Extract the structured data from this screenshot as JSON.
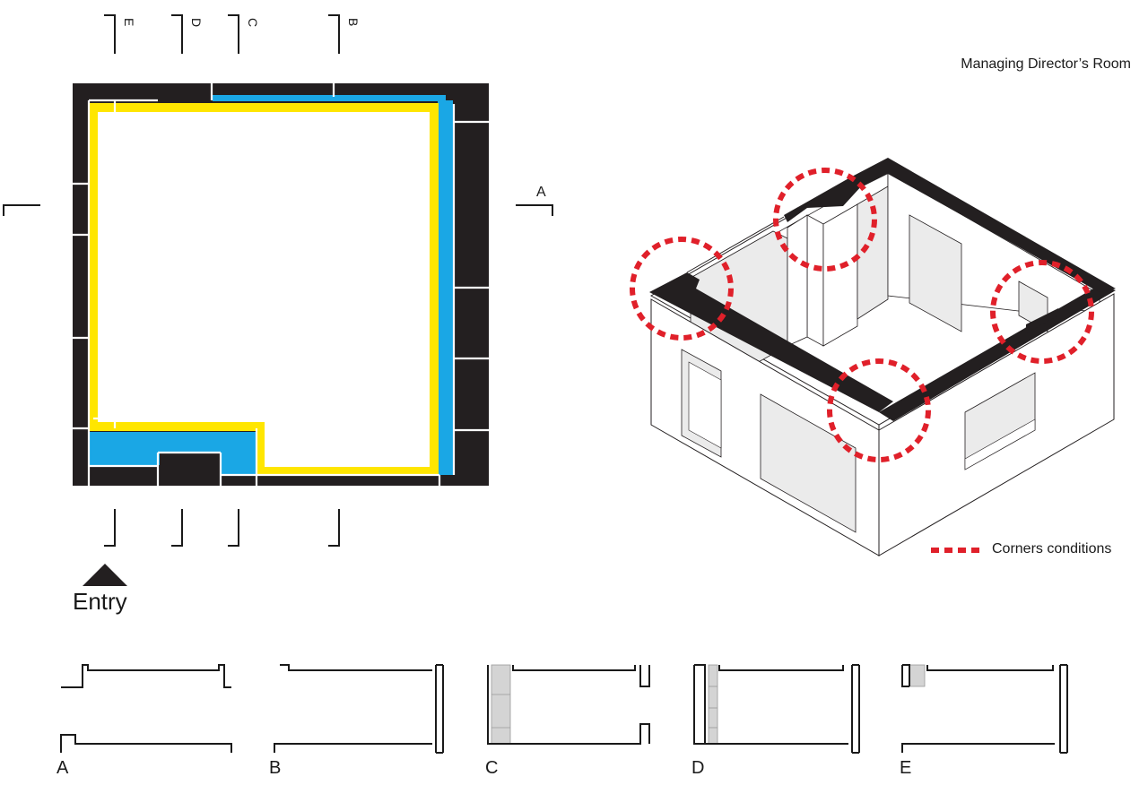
{
  "title": "Managing Director’s Room",
  "entry_label": "Entry",
  "legend": {
    "label": "Corners conditions",
    "color": "#e0202a"
  },
  "section_markers": [
    "E",
    "D",
    "C",
    "B",
    "A"
  ],
  "section_labels": [
    "A",
    "B",
    "C",
    "D",
    "E"
  ],
  "colors": {
    "wall": "#231f20",
    "inner_wall": "#ffe600",
    "storage": "#1aa7e5",
    "section_fill": "#d4d4d4"
  },
  "icons": {
    "entry": "triangle-up-icon",
    "section_cut": "section-bracket-icon",
    "corner": "dashed-circle-icon"
  }
}
